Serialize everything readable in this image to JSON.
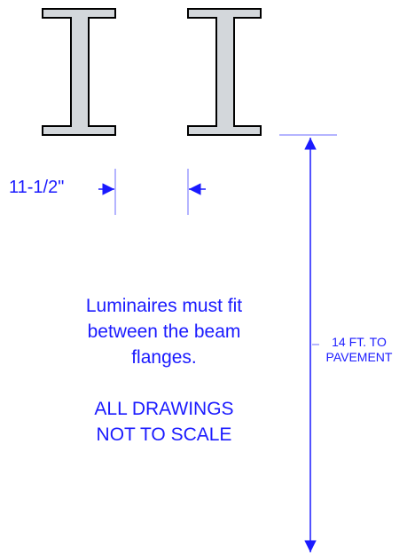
{
  "diagram": {
    "gap_dimension_label": "11-1/2\"",
    "height_dimension_label_line1": "14 FT. TO",
    "height_dimension_label_line2": "PAVEMENT",
    "note_line1": "Luminaires must fit",
    "note_line2": "between the beam",
    "note_line3": "flanges.",
    "disclaimer_line1": "ALL DRAWINGS",
    "disclaimer_line2": "NOT TO SCALE",
    "colors": {
      "beam_fill": "#d3d7db",
      "beam_outline": "#000000",
      "dimension_blue": "#1a1aff",
      "extension_line": "#6a6aff"
    }
  }
}
